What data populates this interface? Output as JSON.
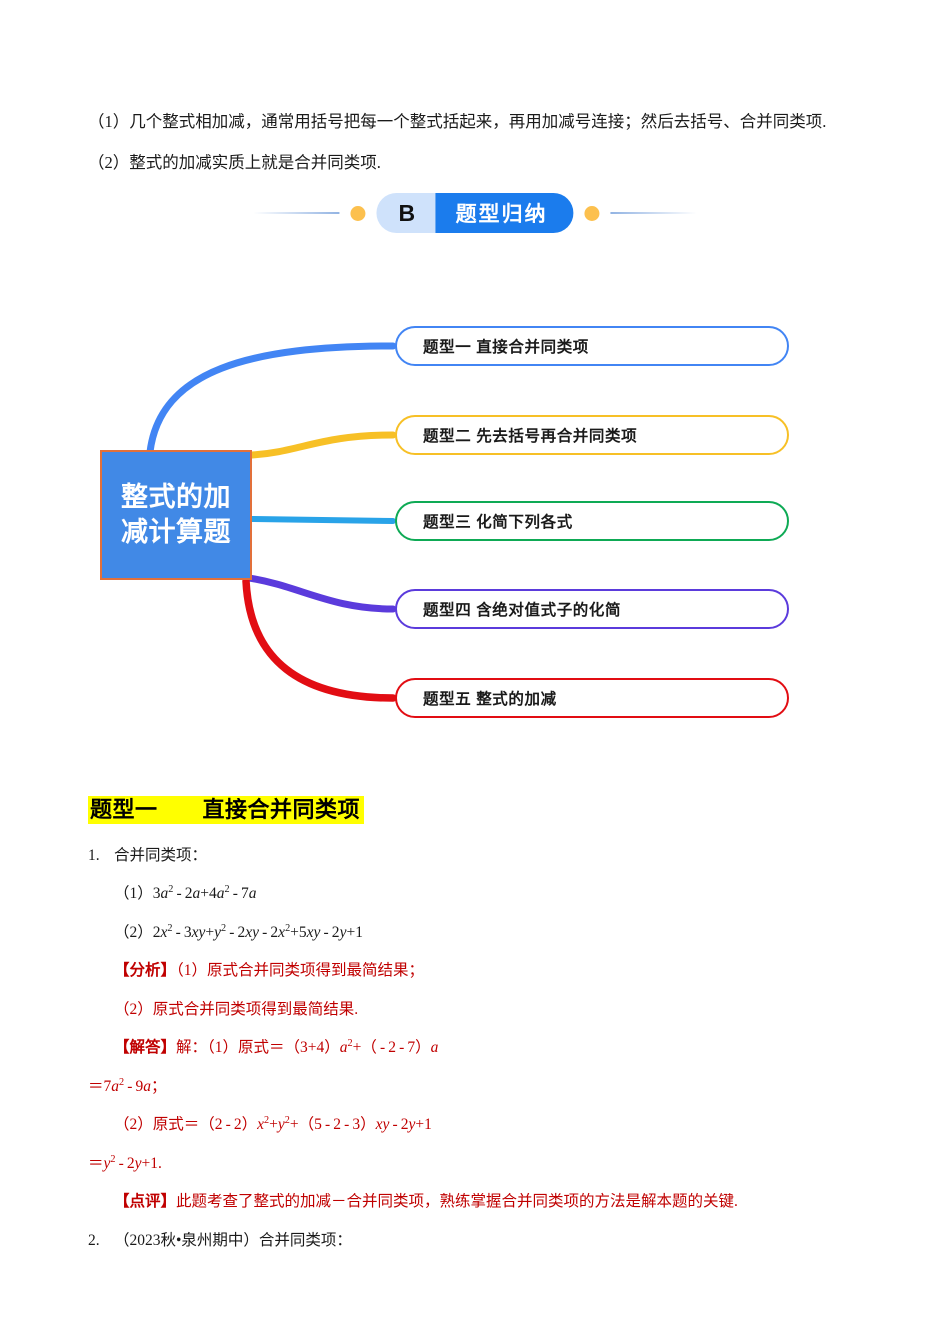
{
  "intro": {
    "lines": [
      "（1）几个整式相加减，通常用括号把每一个整式括起来，再用加减号连接；然后去括号、合并同类项.",
      "（2）整式的加减实质上就是合并同类项."
    ]
  },
  "banner": {
    "letter": "B",
    "title": "题型归纳",
    "letter_bg": "#cfe2fb",
    "title_bg": "#1b7ced",
    "dot_color": "#fcc04e"
  },
  "mindmap": {
    "center_lines": [
      "整式的加",
      "减计算题"
    ],
    "center_bg": "#4189e6",
    "center_border": "#e2703a",
    "branches": [
      {
        "label": "题型一  直接合并同类项",
        "color": "#4285f4",
        "connector_color": "#4285f4"
      },
      {
        "label": "题型二  先去括号再合并同类项",
        "color": "#f7c026",
        "connector_color": "#f7c026"
      },
      {
        "label": "题型三  化简下列各式",
        "color": "#0eaa55",
        "connector_color": "#29a3e8"
      },
      {
        "label": "题型四  含绝对值式子的化简",
        "color": "#5b3bdc",
        "connector_color": "#5b3bdc"
      },
      {
        "label": "题型五  整式的加减",
        "color": "#e20d13",
        "connector_color": "#e20d13"
      }
    ]
  },
  "section": {
    "heading": "题型一　　直接合并同类项",
    "highlight_color": "#ffff00"
  },
  "problems": {
    "item1_number": "1.",
    "item1_stem": "合并同类项：",
    "item1_sub1_label": "（1）",
    "item1_sub2_label": "（2）",
    "analysis_label": "【分析】",
    "analysis_line1": "（1）原式合并同类项得到最简结果；",
    "analysis_line2": "（2）原式合并同类项得到最简结果.",
    "solution_label": "【解答】",
    "solution_intro": "解：（1）原式＝（3+4）",
    "comment_label": "【点评】",
    "comment_text": "此题考查了整式的加减－合并同类项，熟练掌握合并同类项的方法是解本题的关键.",
    "item2_number": "2.",
    "item2_text": "（2023秋•泉州期中）合并同类项："
  },
  "colors": {
    "red_text": "#c00000",
    "body_text": "#1a1a1a"
  }
}
